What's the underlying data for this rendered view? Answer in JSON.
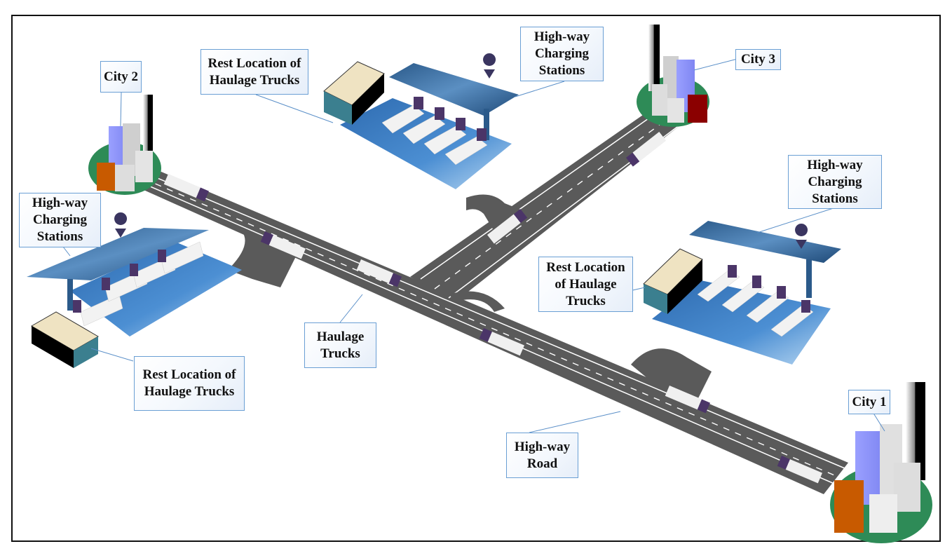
{
  "diagram": {
    "title": "High-way haulage truck charging network",
    "colors": {
      "road": "#5a5a5a",
      "road_marking": "#ffffff",
      "canopy": "#2f5f8f",
      "pad": "#4a86c8",
      "city_base": "#2e8b57",
      "truck_cab": "#4b3568",
      "trailer": "#f0f0f0",
      "label_border": "#6a9fd4"
    },
    "labels": {
      "city2": [
        "City 2"
      ],
      "city3": [
        "City 3"
      ],
      "city1": [
        "City 1"
      ],
      "rest_top": [
        "Rest Location of",
        "Haulage Trucks"
      ],
      "charging_top": [
        "High-way",
        "Charging",
        "Stations"
      ],
      "charging_left": [
        "High-way",
        "Charging",
        "Stations"
      ],
      "charging_right": [
        "High-way",
        "Charging",
        "Stations"
      ],
      "rest_right": [
        "Rest Location",
        "of Haulage",
        "Trucks"
      ],
      "rest_bottom": [
        "Rest Location of",
        "Haulage Trucks"
      ],
      "haulage_trucks": [
        "Haulage",
        "Trucks"
      ],
      "highway_road": [
        "High-way",
        "Road"
      ]
    },
    "nodes": [
      {
        "id": "city1",
        "type": "city",
        "name": "City 1"
      },
      {
        "id": "city2",
        "type": "city",
        "name": "City 2"
      },
      {
        "id": "city3",
        "type": "city",
        "name": "City 3"
      },
      {
        "id": "station_top",
        "type": "charging-station",
        "bays": 4
      },
      {
        "id": "station_left",
        "type": "charging-station",
        "bays": 4
      },
      {
        "id": "station_right",
        "type": "charging-station",
        "bays": 4
      }
    ],
    "icons": [
      "charging-location-pin-icon",
      "rest-building-icon",
      "truck-icon",
      "city-skyline-icon"
    ]
  }
}
